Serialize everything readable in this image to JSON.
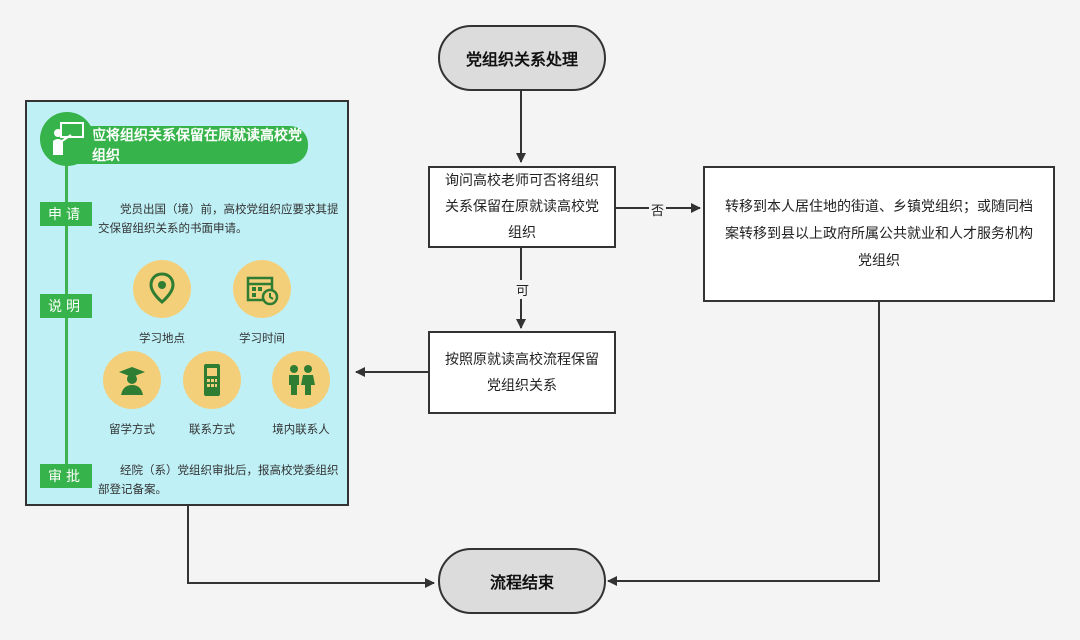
{
  "nodes": {
    "start": "党组织关系处理",
    "question": "询问高校老师可否将组织关系保留在原就读高校党组织",
    "keep": "按照原就读高校流程保留党组织关系",
    "transfer": "转移到本人居住地的街道、乡镇党组织；或随同档案转移到县以上政府所属公共就业和人才服务机构党组织",
    "end": "流程结束"
  },
  "edge_labels": {
    "no": "否",
    "yes": "可"
  },
  "panel": {
    "title": "应将组织关系保留在原就读高校党组织",
    "steps": [
      {
        "tag": "申请",
        "text": "党员出国（境）前，高校党组织应要求其提交保留组织关系的书面申请。"
      },
      {
        "tag": "说明",
        "text": ""
      },
      {
        "tag": "审批",
        "text": "经院（系）党组织审批后，报高校党委组织部登记备案。"
      }
    ],
    "icons": [
      {
        "name": "location-icon",
        "label": "学习地点"
      },
      {
        "name": "calendar-icon",
        "label": "学习时间"
      },
      {
        "name": "graduate-icon",
        "label": "留学方式"
      },
      {
        "name": "phone-icon",
        "label": "联系方式"
      },
      {
        "name": "people-icon",
        "label": "境内联系人"
      }
    ]
  },
  "colors": {
    "green": "#36b34a",
    "panel_bg": "#bff0f6",
    "icon_bg": "#f3cf7a",
    "pill_bg": "#dcdcdc",
    "line": "#333333"
  }
}
